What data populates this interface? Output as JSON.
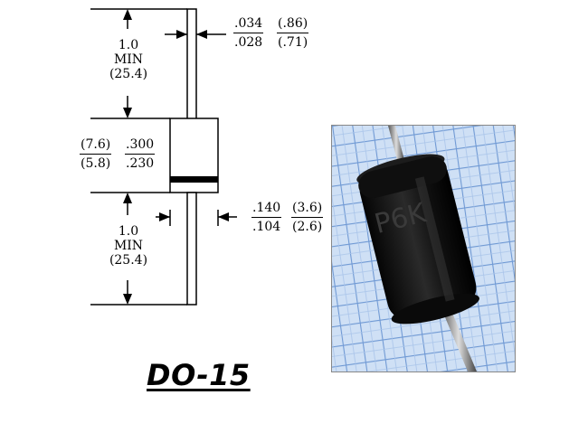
{
  "package_name": "DO-15",
  "lead_length_top": {
    "value": "1.0",
    "qualifier": "MIN",
    "metric": "(25.4)"
  },
  "lead_length_bottom": {
    "value": "1.0",
    "qualifier": "MIN",
    "metric": "(25.4)"
  },
  "lead_diameter": {
    "inch_max": ".034",
    "inch_min": ".028",
    "mm_max": "(.86)",
    "mm_min": "(.71)"
  },
  "body_length": {
    "inch_max": ".300",
    "inch_min": ".230",
    "mm_max": "(7.6)",
    "mm_min": "(5.8)"
  },
  "body_diameter": {
    "inch_max": ".140",
    "inch_min": ".104",
    "mm_max": "(3.6)",
    "mm_min": "(2.6)"
  },
  "part_marking": "P6K",
  "colors": {
    "line": "#000000",
    "grid_bg": "#c8dcf4",
    "grid_line": "#6f99d4",
    "body": "#151515"
  },
  "photo_caption_icon": "diode-photo-icon"
}
